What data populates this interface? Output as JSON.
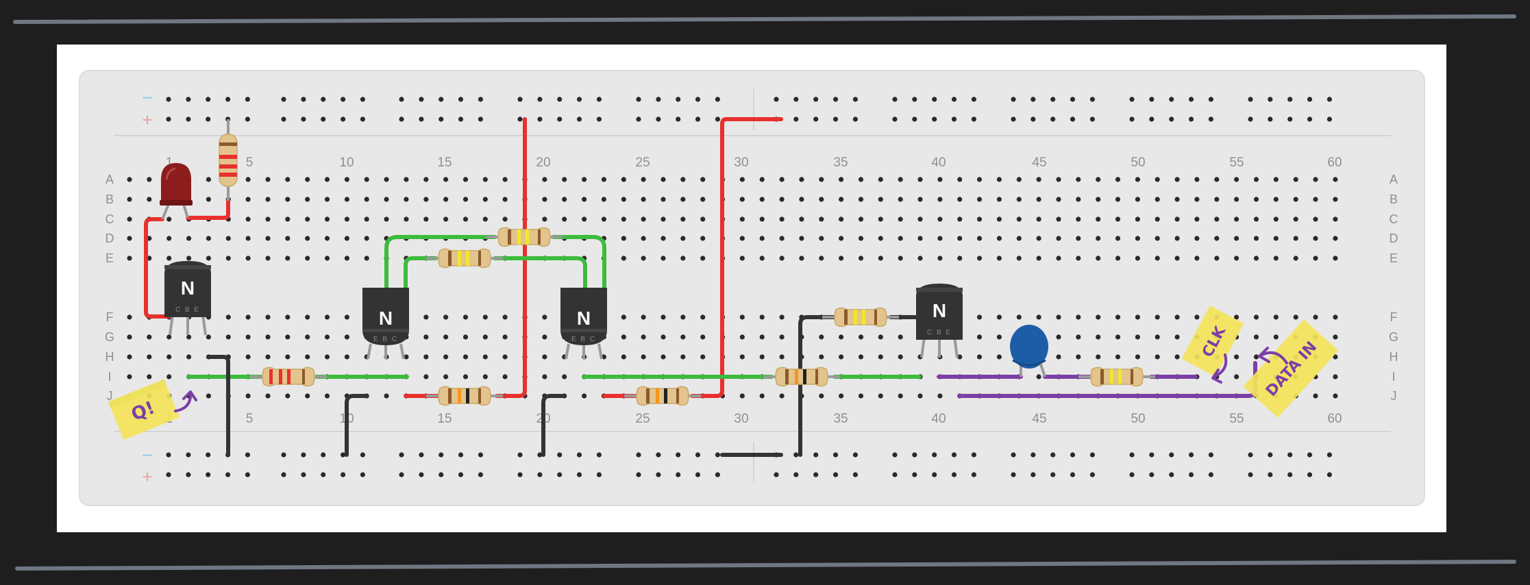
{
  "colors": {
    "background": "#1e1e1e",
    "rule": "#6e7782",
    "card": "#ffffff",
    "board": "#e8e8e8",
    "hole": "#2a2a2a",
    "minus": "#8ecbf0",
    "plus": "#f2a0a0",
    "label": "#8f8f8f",
    "wire_red": "#e8302d",
    "wire_green": "#3dbb3d",
    "wire_black": "#333333",
    "wire_purple": "#7c3fa6",
    "sticky": "#f4e35a",
    "led": "#8d1c1c",
    "capacitor": "#1d5da8",
    "transistor": "#333333"
  },
  "board": {
    "rail_minus": "−",
    "rail_plus": "+",
    "row_letters": [
      "A",
      "B",
      "C",
      "D",
      "E",
      "F",
      "G",
      "H",
      "I",
      "J"
    ],
    "column_numbers": [
      "1",
      "5",
      "10",
      "15",
      "20",
      "25",
      "30",
      "35",
      "40",
      "45",
      "50",
      "55",
      "60"
    ]
  },
  "components": {
    "transistor_label": "N",
    "transistor_pins": "C B E",
    "transistor_pins_mid": "E B C"
  },
  "annotations": {
    "q_note": "Q!",
    "clk_note": "CLK",
    "data_note": "DATA IN"
  }
}
